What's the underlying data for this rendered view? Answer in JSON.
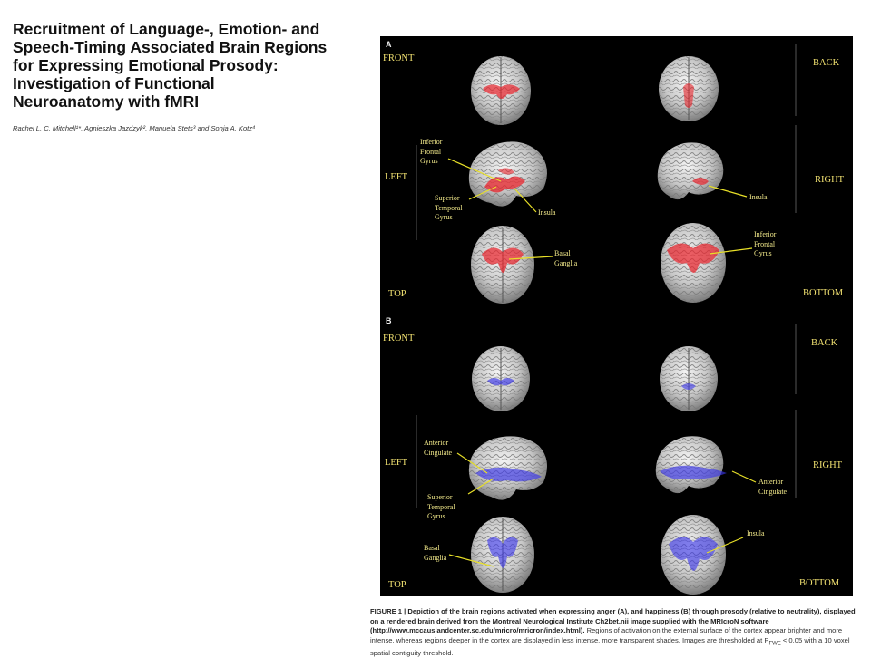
{
  "paper": {
    "title": "Recruitment of Language-, Emotion- and Speech-Timing Associated Brain Regions for Expressing Emotional Prosody: Investigation of Functional Neuroanatomy with fMRI",
    "authors": "Rachel L. C. Mitchell¹*, Agnieszka Jazdzyk², Manuela Stets³ and Sonja A. Kotz⁴"
  },
  "figure": {
    "panel_a": {
      "letter": "A",
      "labels": {
        "front": "FRONT",
        "back": "BACK",
        "left": "LEFT",
        "right": "RIGHT",
        "top": "TOP",
        "bottom": "BOTTOM"
      },
      "annotations": {
        "ifg_left": [
          "Inferior",
          "Frontal",
          "Gyrus"
        ],
        "stg_left": [
          "Superior",
          "Temporal",
          "Gyrus"
        ],
        "insula_left": "Insula",
        "insula_right": "Insula",
        "basal_ganglia": [
          "Basal",
          "Ganglia"
        ],
        "ifg_right": [
          "Inferior",
          "Frontal",
          "Gyrus"
        ]
      },
      "activation_color": "#e8242c"
    },
    "panel_b": {
      "letter": "B",
      "labels": {
        "front": "FRONT",
        "back": "BACK",
        "left": "LEFT",
        "right": "RIGHT",
        "top": "TOP",
        "bottom": "BOTTOM"
      },
      "annotations": {
        "acc_left": [
          "Anterior",
          "Cingulate"
        ],
        "stg_left": [
          "Superior",
          "Temporal",
          "Gyrus"
        ],
        "acc_right": [
          "Anterior",
          "Cingulate"
        ],
        "basal_ganglia": [
          "Basal",
          "Ganglia"
        ],
        "insula": "Insula"
      },
      "activation_color": "#3a35e8"
    },
    "label_color": "#f0e070",
    "annotation_color": "#f2e98a",
    "line_color": "#e8e028"
  },
  "caption": {
    "lead": "FIGURE 1 | Depiction of the brain regions activated when expressing anger (A), and happiness (B) through prosody (relative to neutrality), displayed on a rendered brain derived from the Montreal Neurological Institute Ch2bet.nii image supplied with the MRIcroN software (http://www.mccauslandcenter.sc.edu/mricro/mricron/index.html).",
    "body": " Regions of activation on the external surface of the cortex appear brighter and more intense, whereas regions deeper in the cortex are displayed in less intense, more transparent shades. Images are thresholded at P",
    "subscript": "FWE",
    "tail": " < 0.05 with a 10 voxel spatial contiguity threshold."
  }
}
